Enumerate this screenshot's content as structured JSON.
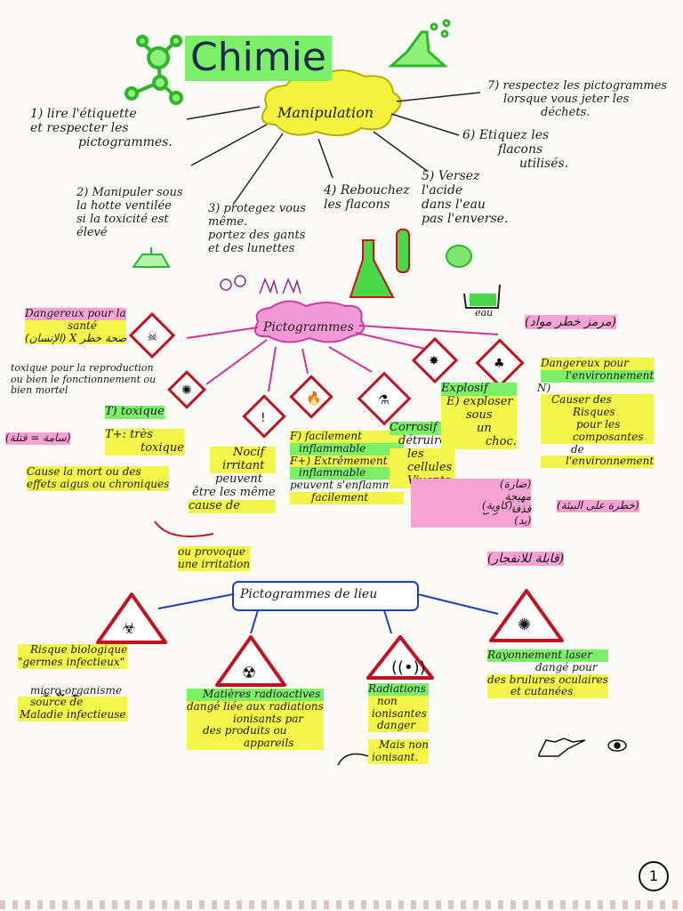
{
  "title": "Chimie",
  "manipulation": {
    "center": "Manipulation",
    "steps": [
      {
        "lines": [
          "1) lire l'étiquette",
          "et respecter les",
          "pictogrammes."
        ]
      },
      {
        "lines": [
          "2) Manipuler sous",
          "la hotte ventilée",
          "si la toxicité est",
          "élevé"
        ]
      },
      {
        "lines": [
          "3) protegez vous",
          "même.",
          "portez des gants",
          "et des lunettes"
        ]
      },
      {
        "lines": [
          "4) Rebouchez",
          "les flacons"
        ]
      },
      {
        "lines": [
          "5) Versez",
          "l'acide",
          "dans l'eau",
          "pas l'enverse."
        ]
      },
      {
        "lines": [
          "6) Etiquez les",
          "flacons",
          "utilisés."
        ]
      },
      {
        "lines": [
          "7) respectez les pictogrammes",
          "lorsque vous jeter les",
          "déchets."
        ]
      }
    ],
    "eau_label": "eau"
  },
  "pictogrammes": {
    "center": "Pictogrammes",
    "arabic_top_right": "(مرمز خطر مواد)",
    "dangereux_sante": [
      "Dangereux pour la",
      "santé",
      "(الإنسان) X صحة خطر"
    ],
    "toxique_repro": [
      "toxique pour la reproduction",
      "ou bien le fonctionnement ou",
      "bien mortel"
    ],
    "t_toxique": "T) toxique",
    "tplus": [
      "T+: très",
      "toxique"
    ],
    "tplus_ar": "(سامة = قتلة)",
    "cause_mort": [
      "Cause la mort ou des",
      "effets aigus ou chroniques"
    ],
    "nocif": [
      "Nocif",
      "irritant",
      "peuvent",
      "être les même",
      "cause de"
    ],
    "provoque": [
      "ou provoque",
      "une irritation"
    ],
    "inflammable": [
      "F) facilement",
      "inflammable",
      "F+) Extrêmement",
      "inflammable",
      "peuvent s'enflammer",
      "facilement"
    ],
    "corrosif": [
      "Corrosif",
      "détruire",
      "les",
      "cellules",
      "Vivants."
    ],
    "explosif": [
      "Explosif",
      "E) exploser",
      "sous",
      "un",
      "choc."
    ],
    "environnement": [
      "Dangereux pour",
      "l'environnement",
      "N)",
      "Causer des",
      "Risques",
      "pour les",
      "composantes",
      "de",
      "l'environnement"
    ],
    "arabic_nocif": [
      "(ضارة)",
      "مهيجة",
      "قذفة حراق",
      "(يد)"
    ],
    "arabic_corr": "(كاوية)",
    "arabic_env": "(خطرة على البيئة)",
    "arabic_explo": "(قابلة للانفجار)"
  },
  "lieu": {
    "center": "Pictogrammes de lieu",
    "bio": [
      "Risque biologique",
      "\"germes infectieux\"",
      "micro-organisme",
      "source de",
      "Maladie infectieuse"
    ],
    "radio": [
      "Matières radioactives",
      "dangé liée aux radiations",
      "ionisants par",
      "des produits ou",
      "appareils"
    ],
    "nonion": [
      "Radiations",
      "non",
      "ionisantes",
      "danger",
      "Mais non",
      "ionisant."
    ],
    "laser": [
      "Rayonnement laser",
      "dangé pour",
      "des brulures oculaires",
      "et cutanées"
    ]
  },
  "page_number": "1"
}
